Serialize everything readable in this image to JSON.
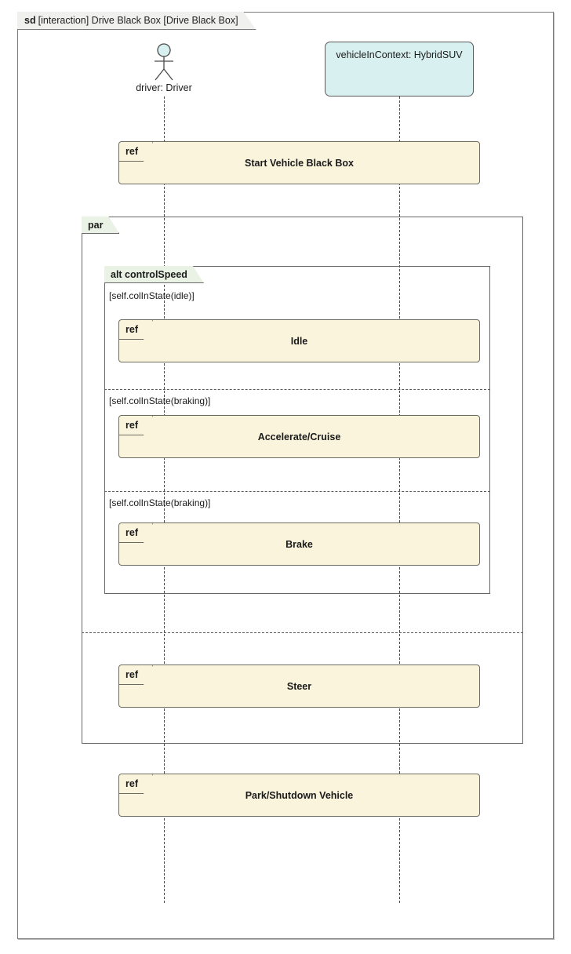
{
  "diagram": {
    "kind_keyword": "sd",
    "title": "[interaction] Drive Black Box [Drive Black Box]",
    "type": "uml-sequence-diagram",
    "colors": {
      "frame_border": "#7a7a7a",
      "lifeline_fill": "#d9f0f0",
      "lifeline_border": "#5a5a5a",
      "ref_fill": "#faf4dc",
      "ref_border": "#6b6b5f",
      "fragment_tab_fill": "#e9f2e4",
      "fragment_border": "#666666",
      "sd_tab_fill": "#f0f0ee",
      "text": "#1a1a1a"
    }
  },
  "lifelines": [
    {
      "id": "driver",
      "label": "driver: Driver",
      "kind": "actor",
      "icon": "actor-stick-figure-icon"
    },
    {
      "id": "vehicle",
      "label": "vehicleInContext: HybridSUV",
      "kind": "object",
      "icon": "object-box-icon"
    }
  ],
  "fragments": {
    "par": {
      "operator": "par",
      "label": "par",
      "operands": 2
    },
    "alt": {
      "operator": "alt",
      "label": "alt controlSpeed",
      "name": "controlSpeed",
      "guards": [
        "[self.colInState(idle)]",
        "[self.colInState(braking)]",
        "[self.colInState(braking)]"
      ]
    }
  },
  "refs": [
    {
      "id": "start",
      "tag": "ref",
      "label": "Start Vehicle Black Box"
    },
    {
      "id": "idle",
      "tag": "ref",
      "label": "Idle"
    },
    {
      "id": "accelerate",
      "tag": "ref",
      "label": "Accelerate/Cruise"
    },
    {
      "id": "brake",
      "tag": "ref",
      "label": "Brake"
    },
    {
      "id": "steer",
      "tag": "ref",
      "label": "Steer"
    },
    {
      "id": "park",
      "tag": "ref",
      "label": "Park/Shutdown Vehicle"
    }
  ]
}
